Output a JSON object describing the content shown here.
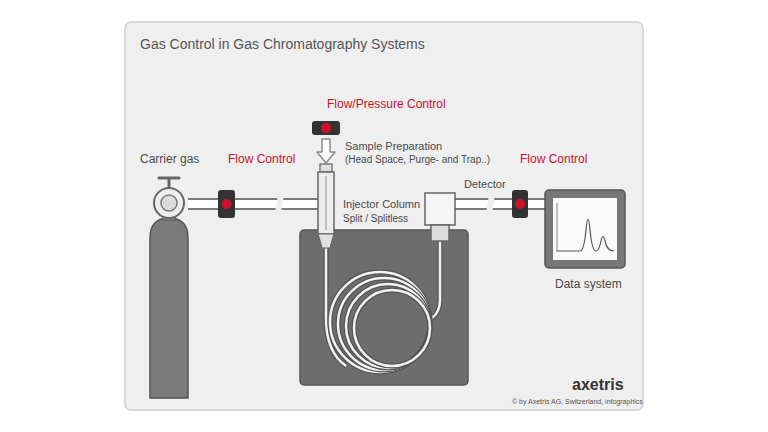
{
  "diagram": {
    "title": "Gas Control in Gas Chromatography Systems",
    "nodes": [
      {
        "text": [
          "Carrier gas"
        ]
      },
      {
        "text": [
          "Flow Control"
        ]
      },
      {
        "text": [
          "Flow/Pressure Control"
        ]
      },
      {
        "text": [
          "Injector Column",
          "Split / Splitless"
        ]
      },
      {
        "text": [
          "Detector"
        ]
      },
      {
        "text": [
          "Flow Control"
        ]
      },
      {
        "text": [
          "Data system"
        ]
      }
    ],
    "edges": [
      {
        "from": 0,
        "to": 1,
        "arrow": "none"
      },
      {
        "from": 1,
        "to": 3,
        "arrow": "none"
      },
      {
        "from": 2,
        "to": 3,
        "arrow": "to"
      },
      {
        "from": 4,
        "to": 5,
        "arrow": "none"
      },
      {
        "from": 5,
        "to": 6,
        "arrow": "none"
      }
    ],
    "labels": [
      "Sample Preparation",
      "(Head Space, Purge- and Trap..)",
      "axetris",
      "© by Axetris AG, Switzerland, infographics"
    ]
  }
}
